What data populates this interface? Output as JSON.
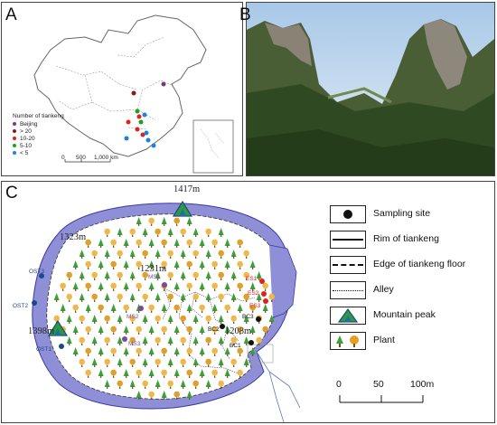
{
  "panels": {
    "a": "A",
    "b": "B",
    "c": "C"
  },
  "panel_a": {
    "legend_title": "Number of tiankeng",
    "legend_items": [
      {
        "label": "Beijing",
        "color": "#7a3a7a"
      },
      {
        "label": "> 20",
        "color": "#8b1a1a"
      },
      {
        "label": "10-20",
        "color": "#e02020"
      },
      {
        "label": "5-10",
        "color": "#20a020"
      },
      {
        "label": "< 5",
        "color": "#2080e0"
      }
    ],
    "scale_labels": [
      "0",
      "500",
      "1,000 km"
    ]
  },
  "panel_c": {
    "elevations": [
      "1417m",
      "1323m",
      "1231m",
      "1398m",
      "1208m"
    ],
    "sites": [
      "OST3",
      "OST2",
      "OST1",
      "MS1",
      "MS2",
      "MS3",
      "ES1",
      "ES2",
      "ES3",
      "BC1",
      "BC2",
      "BC3"
    ],
    "legend": [
      {
        "key": "sampling",
        "label": "Sampling site"
      },
      {
        "key": "rim",
        "label": "Rim of tiankeng"
      },
      {
        "key": "edge",
        "label": "Edge of tiankeng floor"
      },
      {
        "key": "alley",
        "label": "Alley"
      },
      {
        "key": "peak",
        "label": "Mountain peak"
      },
      {
        "key": "plant",
        "label": "Plant"
      }
    ],
    "scale_labels": [
      "0",
      "50",
      "100m"
    ]
  }
}
